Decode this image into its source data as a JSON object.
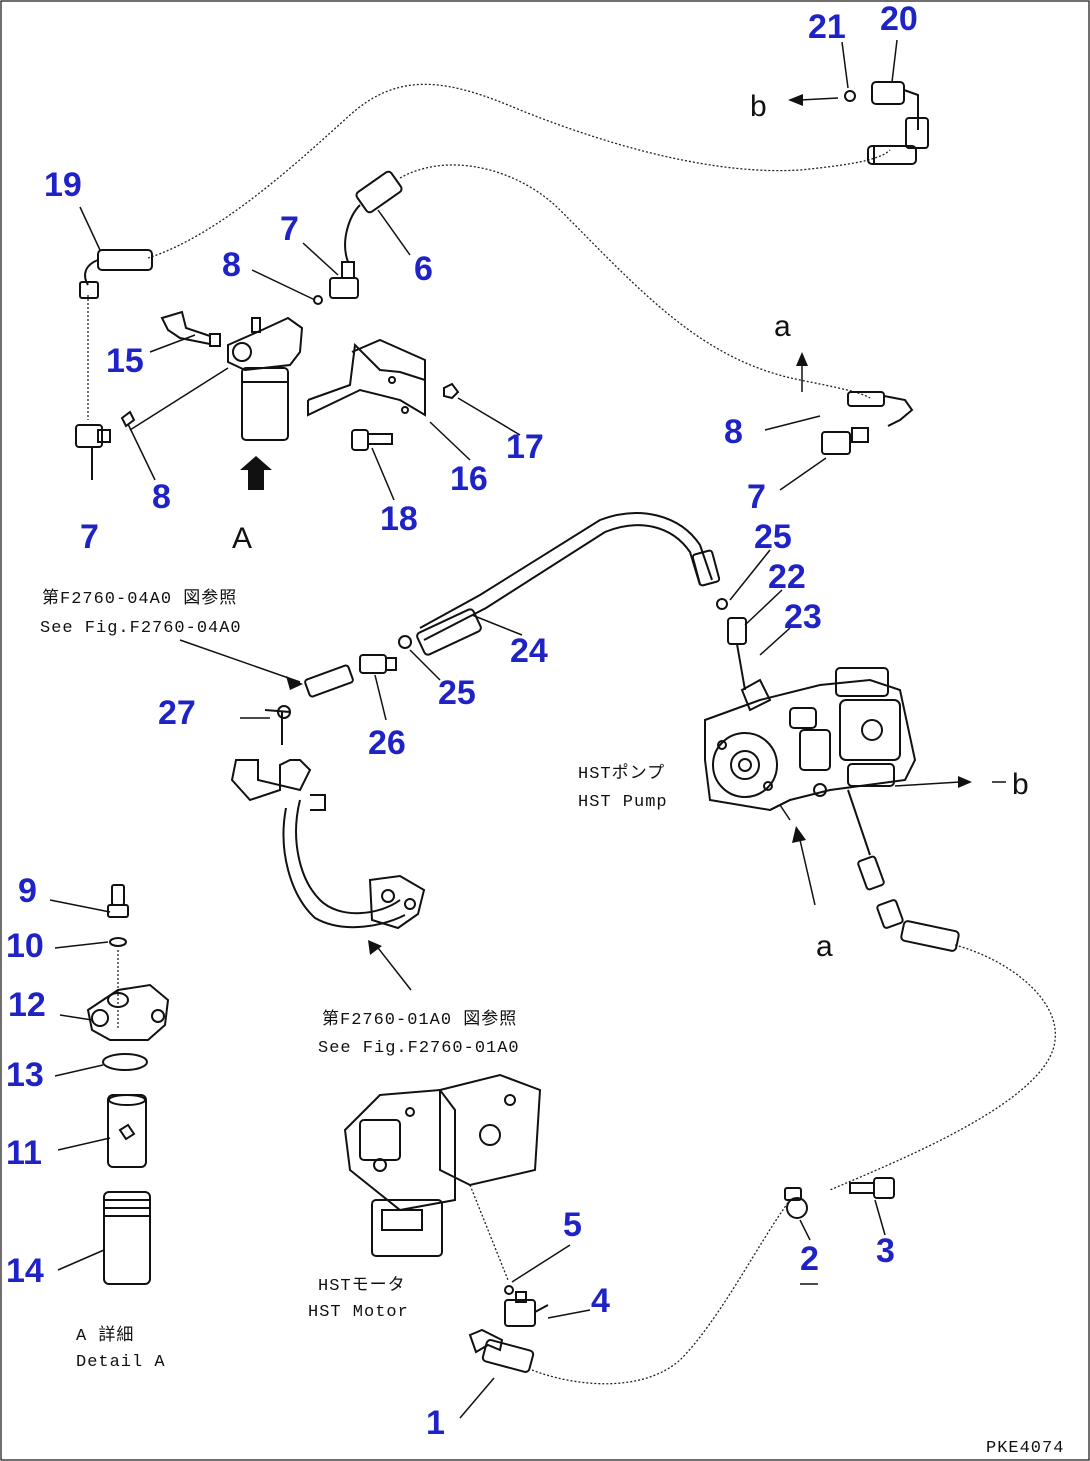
{
  "callouts": [
    {
      "id": "c21",
      "text": "21"
    },
    {
      "id": "c20",
      "text": "20"
    },
    {
      "id": "c19",
      "text": "19"
    },
    {
      "id": "c7a",
      "text": "7"
    },
    {
      "id": "c8a",
      "text": "8"
    },
    {
      "id": "c6",
      "text": "6"
    },
    {
      "id": "c15",
      "text": "15"
    },
    {
      "id": "c17",
      "text": "17"
    },
    {
      "id": "c8b",
      "text": "8"
    },
    {
      "id": "c16",
      "text": "16"
    },
    {
      "id": "c7b",
      "text": "7"
    },
    {
      "id": "c18",
      "text": "18"
    },
    {
      "id": "c7c",
      "text": "7"
    },
    {
      "id": "c8c",
      "text": "8"
    },
    {
      "id": "c25a",
      "text": "25"
    },
    {
      "id": "c22",
      "text": "22"
    },
    {
      "id": "c23",
      "text": "23"
    },
    {
      "id": "c24",
      "text": "24"
    },
    {
      "id": "c27",
      "text": "27"
    },
    {
      "id": "c25b",
      "text": "25"
    },
    {
      "id": "c26",
      "text": "26"
    },
    {
      "id": "c9",
      "text": "9"
    },
    {
      "id": "c10",
      "text": "10"
    },
    {
      "id": "c12",
      "text": "12"
    },
    {
      "id": "c13",
      "text": "13"
    },
    {
      "id": "c11",
      "text": "11"
    },
    {
      "id": "c14",
      "text": "14"
    },
    {
      "id": "c5",
      "text": "5"
    },
    {
      "id": "c4",
      "text": "4"
    },
    {
      "id": "c2",
      "text": "2"
    },
    {
      "id": "c3",
      "text": "3"
    },
    {
      "id": "c1",
      "text": "1"
    }
  ],
  "labels": {
    "b_top": "b",
    "b_right": "b",
    "a_top": "a",
    "a_bottom": "a",
    "view_a": "A",
    "ref1_jp": "第F2760-04A0 図参照",
    "ref1_en": "See Fig.F2760-04A0",
    "ref2_jp": "第F2760-01A0 図参照",
    "ref2_en": "See Fig.F2760-01A0",
    "pump_jp": "HSTポンプ",
    "pump_en": "HST Pump",
    "motor_jp": "HSTモータ",
    "motor_en": "HST Motor",
    "detail_jp": "A 詳細",
    "detail_en": "Detail A",
    "drawing_code": "PKE4074"
  },
  "colors": {
    "callout": "#1f22c4",
    "line": "#111111"
  }
}
